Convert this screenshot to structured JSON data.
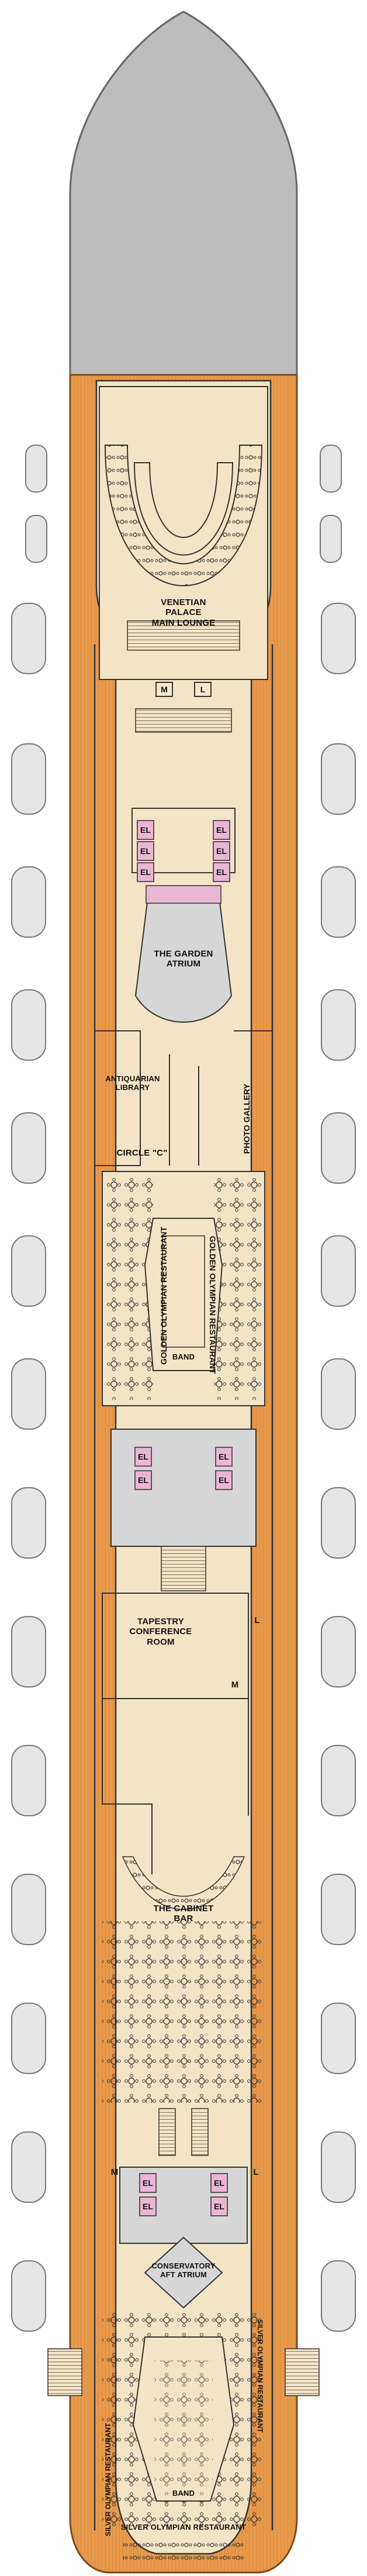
{
  "rooms": {
    "venetian_palace": "VENETIAN PALACE\nMAIN LOUNGE",
    "garden_atrium": "THE GARDEN\nATRIUM",
    "antiquarian_library": "ANTIQUARIAN\nLIBRARY",
    "circle_c": "CIRCLE \"C\"",
    "photo_gallery": "PHOTO GALLERY",
    "golden_olympian": "GOLDEN OLYMPIAN RESTAURANT",
    "band": "BAND",
    "tapestry": "TAPESTRY\nCONFERENCE\nROOM",
    "cabinet_bar": "THE CABINET\nBAR",
    "conservatory": "CONSERVATORY\nAFT ATRIUM",
    "silver_olympian": "SILVER OLYMPIAN RESTAURANT"
  },
  "tags": {
    "men": "M",
    "ladies": "L",
    "elevator": "EL"
  },
  "colors": {
    "hull_gray": "#bdbdbd",
    "deck_orange": "#e79a4c",
    "floor_cream": "#f3e4c6",
    "elevator_pink": "#e9b7d3",
    "lifeboat": "#e6e6e6"
  }
}
